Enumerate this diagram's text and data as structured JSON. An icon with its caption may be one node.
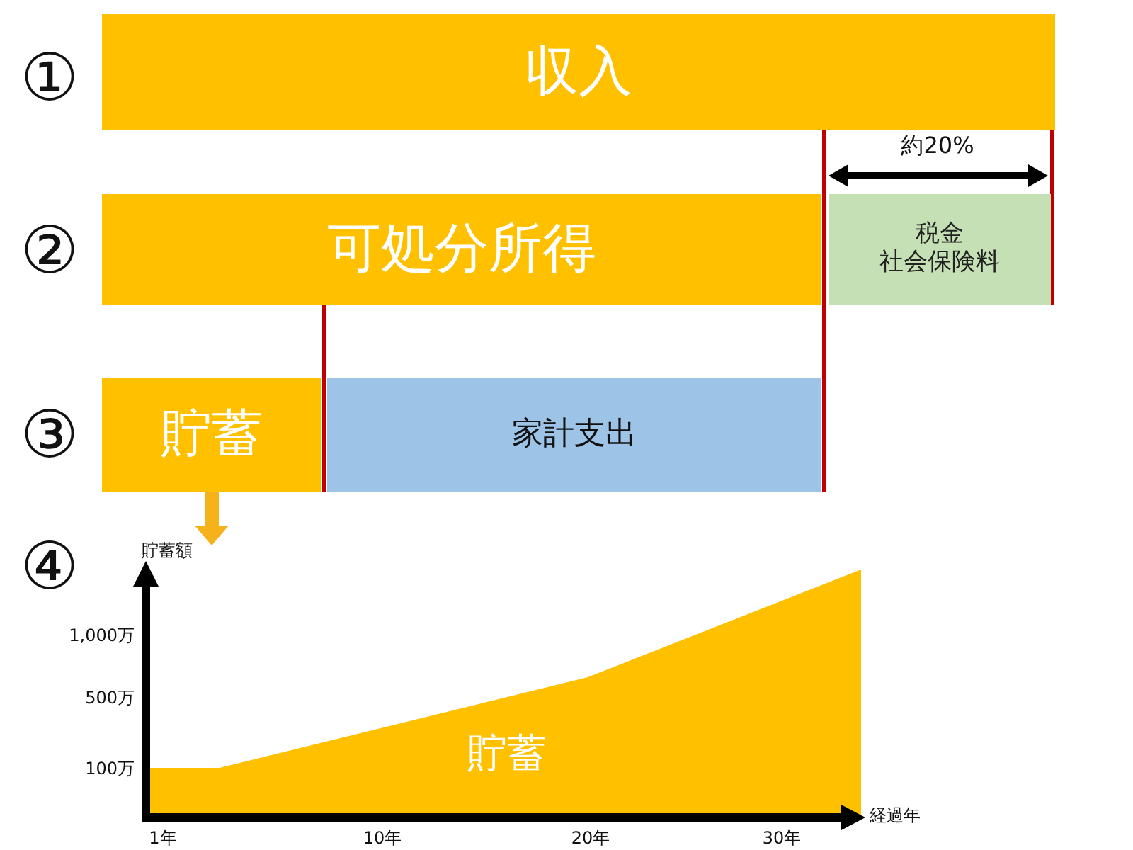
{
  "diagram": {
    "nodes": [
      {
        "text": [
          "収入"
        ]
      },
      {
        "text": [
          "可処分所得"
        ]
      },
      {
        "text": [
          "税金",
          "社会保険料"
        ]
      },
      {
        "text": [
          "貯蓄"
        ]
      },
      {
        "text": [
          "家計支出"
        ]
      },
      {
        "text": [
          "貯蓄"
        ]
      }
    ],
    "edges": [
      {
        "from": 3,
        "to": 5,
        "arrow": "to"
      }
    ],
    "labels": [
      "①",
      "約20%",
      "②",
      "③",
      "④",
      "貯蓄額",
      "1,000万",
      "500万",
      "100万",
      "経過年",
      "1年",
      "10年",
      "20年",
      "30年"
    ]
  }
}
